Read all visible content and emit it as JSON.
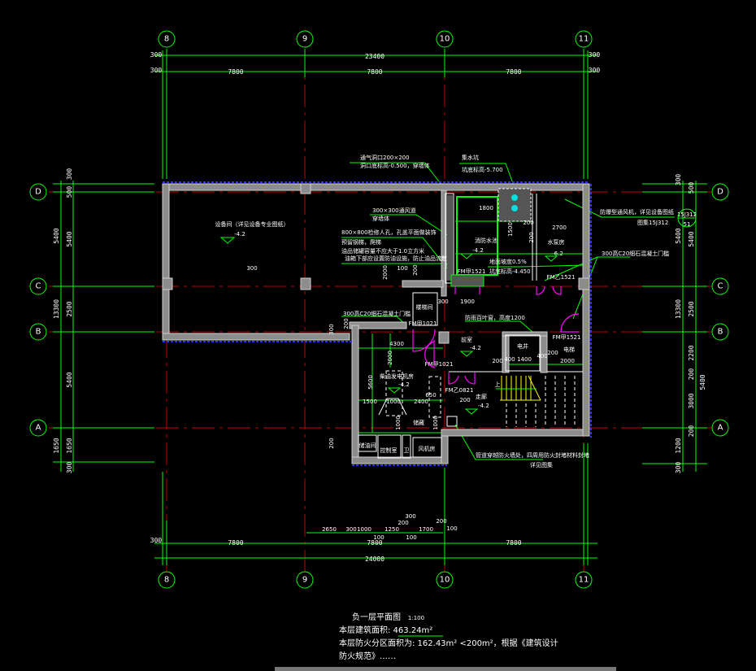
{
  "title": {
    "name": "负一层平面图",
    "scale": "1:100"
  },
  "notes": {
    "area_label": "本层建筑面积: 463.24m²",
    "fire_zone": "本层防火分区面积为: 162.43m² <200m²，根据《建筑设计",
    "cut_line": "防火规范》……"
  },
  "axes": {
    "columns": [
      "8",
      "9",
      "10",
      "11"
    ],
    "rows": [
      "D",
      "C",
      "B",
      "A"
    ]
  },
  "dims": {
    "top_overall": "23400",
    "top_parts": [
      "7800",
      "7800",
      "7800"
    ],
    "top_edges": [
      "300",
      "300",
      "300",
      "300"
    ],
    "bottom_overall": "24000",
    "bottom_parts": [
      "7800",
      "7800",
      "7800"
    ],
    "bottom_edge": "300",
    "bottom_detail": [
      "2650",
      "300",
      "1000",
      "100",
      "1250",
      "200",
      "300",
      "100",
      "1700",
      "200",
      "100"
    ],
    "left_outer": [
      "5400",
      "13300",
      "1650"
    ],
    "left_inner": [
      "300",
      "500",
      "5400",
      "2500",
      "5400",
      "1650",
      "300"
    ],
    "right_outer": [
      "300",
      "5400",
      "13300",
      "1200",
      "300"
    ],
    "right_inner": [
      "500",
      "5400",
      "2500",
      "2200",
      "200",
      "3000",
      "200",
      "5400"
    ]
  },
  "annotations": {
    "vent": [
      "通气洞口200×200",
      "洞口底标高-0.500，穿墙体"
    ],
    "water_tank": [
      "集水坑",
      "坑底标高-5.700"
    ],
    "duct": [
      "300×300通风道",
      "穿墙体"
    ],
    "manhole": [
      "800×800检修人孔，孔盖平面做装饰",
      "预留钢梯，爬梯"
    ],
    "oil": [
      "油品储罐容量不应大于1.0立方米",
      "油箱下部应设置防油设施，防止油品流散"
    ],
    "slope": [
      "地面坡度0.5%",
      "坑底标高-4.450"
    ],
    "sill_left": "300高C20细石混凝土门槛",
    "sill_right": "300高C20细石混凝土门槛",
    "right_note": [
      "防爆型通风机，详见设备图纸",
      "图集15J312"
    ],
    "detail_ref": [
      "15J312",
      "51"
    ],
    "vent_window": "防雨百叶窗，高度1200",
    "pipe_note": [
      "管道穿越防火墙处，四周用防火封堵材料封堵",
      "详见图集"
    ]
  },
  "rooms": {
    "big_room": "设备间（详见设备专业图纸）",
    "big_room_level": "-4.2",
    "pump": "消防水池",
    "pump_level": "-4.2",
    "machine": "水泵房",
    "machine_level": "-6.2",
    "corridor": "前室",
    "corridor_level": "-4.2",
    "stairs_hall": "楼梯间",
    "shaft": "电井",
    "well": "电梯",
    "generator": "柴油发电机房",
    "generator_level": "-4.2",
    "lobby": "走廊",
    "lobby_level": "-4.2",
    "store": "储油间",
    "control": "控制室",
    "wc": "卫",
    "tank_room": "风机房",
    "up": "上",
    "up_label": "储藏"
  },
  "inner_dims": [
    "1800",
    "1500",
    "2700",
    "200",
    "200",
    "1900",
    "300",
    "4300",
    "2000",
    "5600",
    "1500",
    "1000",
    "2400",
    "200",
    "650",
    "1000",
    "1000",
    "400",
    "1400",
    "400",
    "200",
    "2000",
    "200",
    "300",
    "100",
    "200",
    "2000",
    "300",
    "200",
    "200"
  ],
  "doors": [
    "FM甲1521",
    "FM甲1021",
    "FM乙1521",
    "FM甲1021",
    "FM甲1521",
    "FM乙0821"
  ]
}
